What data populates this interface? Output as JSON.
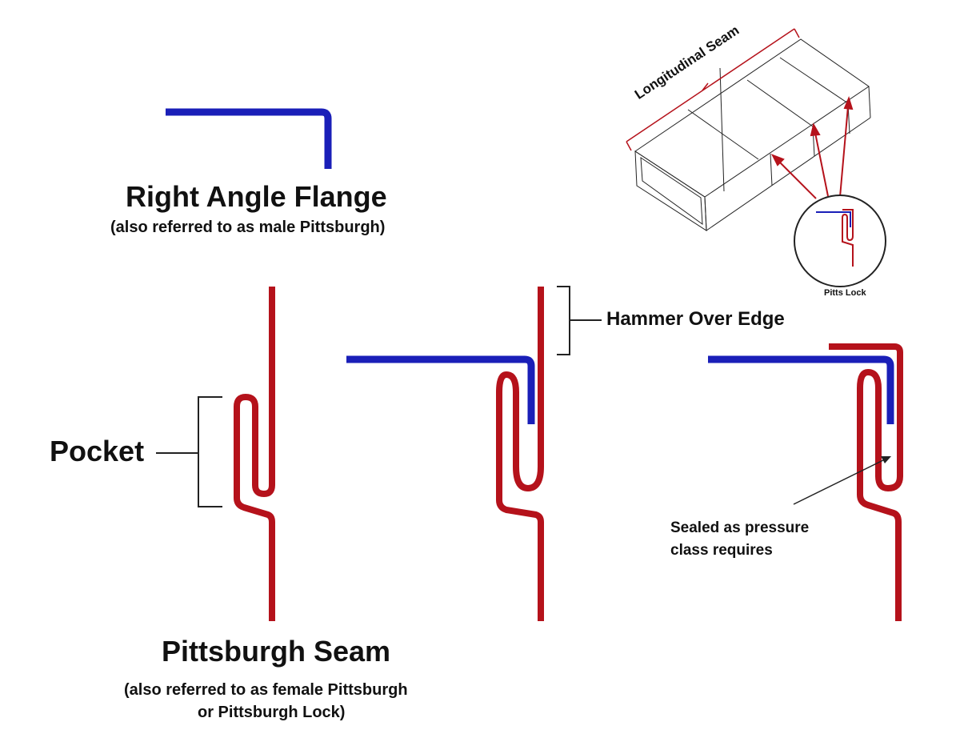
{
  "labels": {
    "right_angle_title": "Right Angle Flange",
    "right_angle_sub": "(also referred to as male Pittsburgh)",
    "seam_title": "Pittsburgh Seam",
    "seam_sub_line1": "(also referred to as female Pittsburgh",
    "seam_sub_line2": "or Pittsburgh Lock)",
    "pocket": "Pocket",
    "hammer_over_edge": "Hammer Over Edge",
    "sealed_line1": "Sealed as pressure",
    "sealed_line2": "class requires",
    "longitudinal_seam": "Longitudinal Seam",
    "pitts_lock": "Pitts Lock"
  },
  "colors": {
    "male_blue": "#1a1fb8",
    "female_red": "#b5121b",
    "outline": "#222222",
    "text": "#111111"
  }
}
